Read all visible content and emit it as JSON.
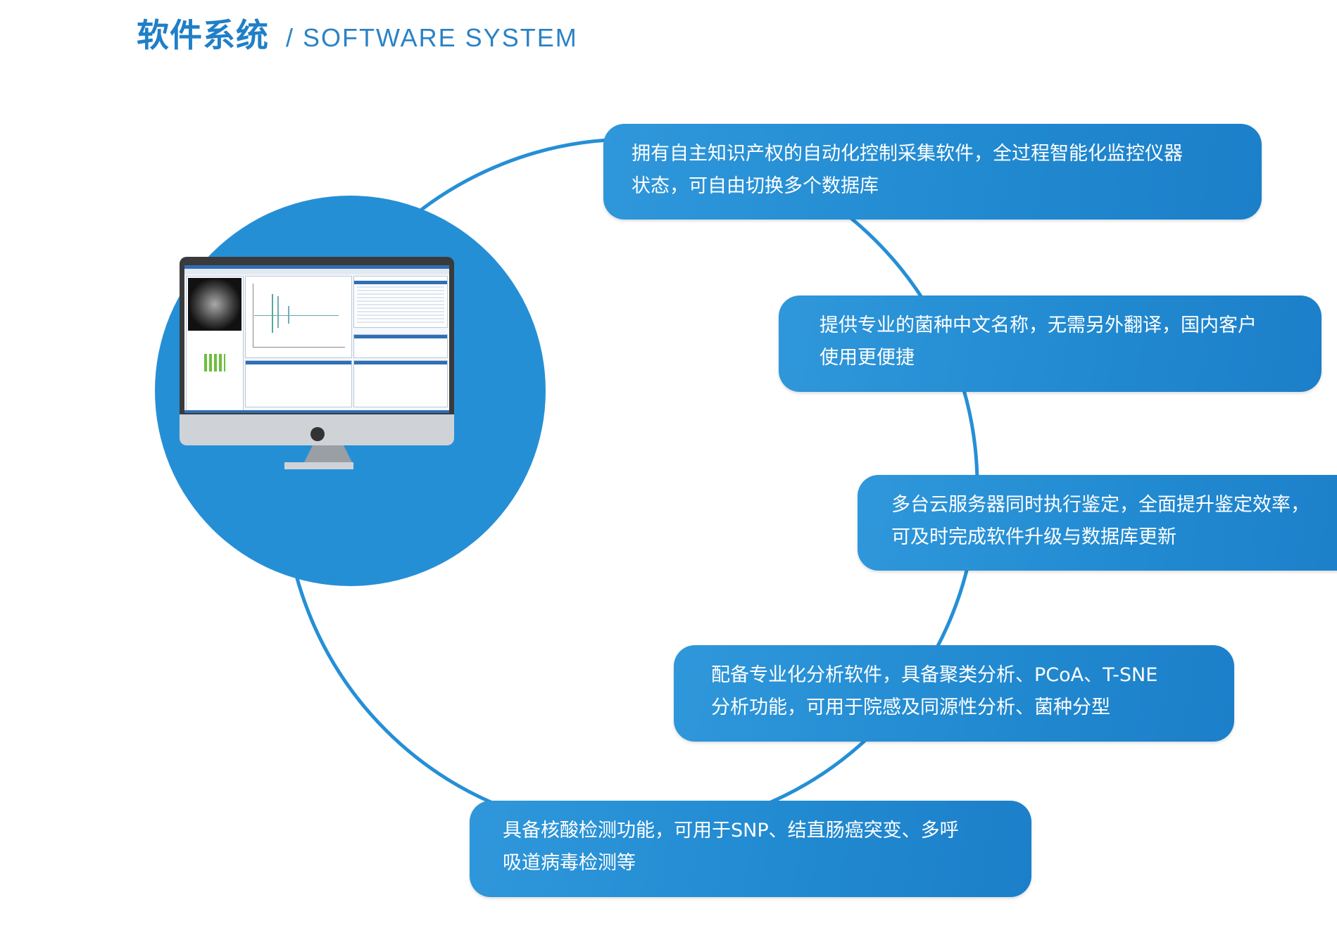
{
  "header": {
    "title_cn": "软件系统",
    "title_en": "/ SOFTWARE SYSTEM"
  },
  "colors": {
    "accent": "#258fd6",
    "card_light": "#2f97da",
    "card_dark": "#1c7fc9",
    "title": "#1f7fc7"
  },
  "features": [
    {
      "line1": "拥有自主知识产权的自动化控制采集软件，全过程智能化监控仪器",
      "line2": "状态，可自由切换多个数据库"
    },
    {
      "line1": "提供专业的菌种中文名称，无需另外翻译，国内客户",
      "line2": "使用更便捷"
    },
    {
      "line1": "多台云服务器同时执行鉴定，全面提升鉴定效率，",
      "line2": "可及时完成软件升级与数据库更新"
    },
    {
      "line1": "配备专业化分析软件，具备聚类分析、PCoA、T-SNE",
      "line2": "分析功能，可用于院感及同源性分析、菌种分型"
    },
    {
      "line1": "具备核酸检测功能，可用于SNP、结直肠癌突变、多呼",
      "line2": "吸道病毒检测等"
    }
  ]
}
